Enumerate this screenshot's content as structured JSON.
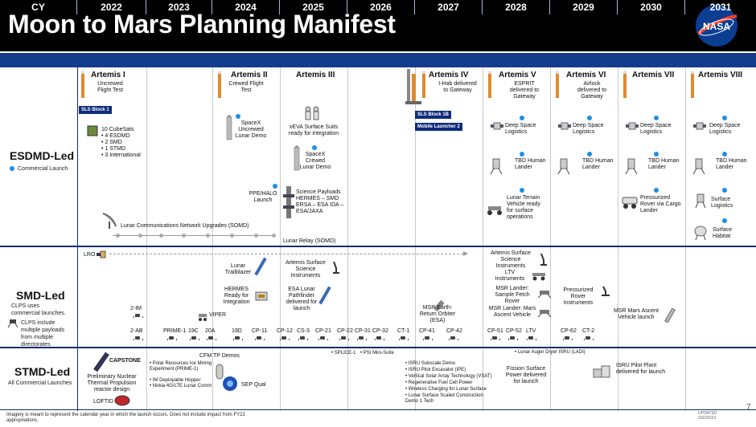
{
  "title": "Moon to Mars Planning Manifest",
  "logo_text": "NASA",
  "header_label": "CY",
  "years": [
    "2022",
    "2023",
    "2024",
    "2025",
    "2026",
    "2027",
    "2028",
    "2029",
    "2030",
    "2031"
  ],
  "colors": {
    "title_bg": "#000000",
    "year_bar": "#143c8c",
    "dot": "#1f8ee6",
    "row_divider": "#0e2e6e",
    "badge": "#0e2c7a"
  },
  "rows": {
    "esdmd": {
      "label": "ESDMD-Led",
      "legend": "Commercial Launch"
    },
    "smd": {
      "label": "SMD-Led",
      "note": "CLPS uses commercial launches.",
      "note2": "CLPS include multiple payloads from multiple directorates"
    },
    "stmd": {
      "label": "STMD-Led",
      "note": "All Commercial Launches"
    }
  },
  "esdmd": {
    "a1": {
      "title": "Artemis I",
      "sub": "Uncrewed Flight Test"
    },
    "a2": {
      "title": "Artemis II",
      "sub": "Crewed Flight Test"
    },
    "a3": {
      "title": "Artemis III"
    },
    "a4": {
      "title": "Artemis IV",
      "sub": "I-Hab delivered to Gateway"
    },
    "a5": {
      "title": "Artemis V",
      "sub": "ESPRIT delivered to Gateway"
    },
    "a6": {
      "title": "Artemis VI",
      "sub": "Airlock delivered to Gateway"
    },
    "a7": {
      "title": "Artemis VII"
    },
    "a8": {
      "title": "Artemis VIII"
    },
    "sls1": "SLS Block 1",
    "sls1b": "SLS Block 1B",
    "ml2": "Mobile Launcher 2",
    "cubesats": [
      "10 CubeSats",
      "• 4 ESDMD",
      "• 2 SMD",
      "• 1 STMD",
      "• 3 International"
    ],
    "spacex_uncrewed": "SpaceX Uncrewed Lunar Demo",
    "xeva": "xEVA Surface Suits ready for integration",
    "spacex_crewed": "SpaceX Crewed Lunar Demo",
    "ppe_halo": "PPE/HALO Launch",
    "sci_payloads": "Science Payloads HERMES – SMD ERSA – ESA IDA – ESA/JAXA",
    "deep_space_logistics": "Deep Space Logistics",
    "tbd_lander": "TBD Human Lander",
    "ltv_terrain": "Lunar Terrain Vehicle ready for surface operations",
    "pressurized_rover": "Pressurized Rover via Cargo Lander",
    "surface_logistics": "Surface Logistics",
    "surface_habitat": "Surface Habitat",
    "lunar_comms": "Lunar Communications Network Upgrades (SOMD)",
    "lunar_relay": "Lunar Relay (SOMD)"
  },
  "smd": {
    "lro": "LRO",
    "lunar_trailblazer": "Lunar Trailblazer",
    "hermes": "HERMES Ready for Integration",
    "artemis_surface_sci": "Artemis Surface Science Instruments",
    "esa_pathfinder": "ESA Lunar Pathfinder delivered for launch",
    "msr_ero": "MSR Earth-Return Orbiter (ESA)",
    "artemis_surface_sci_2028": "Artemis Surface Science Instruments",
    "ltv_instruments": "LTV Instruments",
    "msr_fetch": "MSR Lander: Sample Fetch Rover",
    "msr_mav": "MSR Lander: Mars Ascent Vehicle",
    "pressurized_rover_instr": "Pressurized Rover Instruments",
    "msr_mav_launch": "MSR Mars Ascent Vehicle launch",
    "viper": "VIPER",
    "cp_labels": [
      "2-IM",
      "2-AB",
      "PRIME-1",
      "19C",
      "20A",
      "19D",
      "CP-11",
      "CP-12",
      "CS-3",
      "CP-21",
      "CP-22",
      "CP-31",
      "CP-32",
      "CT-1",
      "CP-41",
      "CP-42",
      "CP-51",
      "CP-52",
      "LTV",
      "CP-62",
      "CT-2"
    ]
  },
  "stmd": {
    "capstone": "CAPSTONE",
    "nuclear": "Preliminary Nuclear Thermal Propulsion reactor design",
    "loftid": "LOFTID",
    "prime_list": [
      "• Polar Resources Ice Mining Experiment (PRIME-1)",
      "• IM Deployable Hopper",
      "• Nokia 4G/LTE Lunar Comm"
    ],
    "cfm": "CFM TP Demos",
    "sep": "SEP Qual",
    "splice": "• SPLICE-1",
    "psi": "• PSI Mini-Suite",
    "isru_list": [
      "• ISRU Subscale Demo",
      "• ISRU Pilot Excavator (IPE)",
      "• Vertical Solar Array Technology (VSAT)",
      "• Regenerative Fuel Cell Power",
      "• Wireless Charging for Lunar Surface",
      "• Lunar Surface Scaled Construction Demo 1 Tech"
    ],
    "ladi": "• Lunar Auger Dryer ISRU (LADI)",
    "fission": "Fission Surface Power delivered for launch",
    "isru_pilot": "ISRU Pilot Plant delivered for launch"
  },
  "footer": "Imagery is meant to represent the calendar year in which the launch occurs. Does not include impact from FY22 appropriations.",
  "updated": "UPDATED 20220323",
  "page_number": "7"
}
